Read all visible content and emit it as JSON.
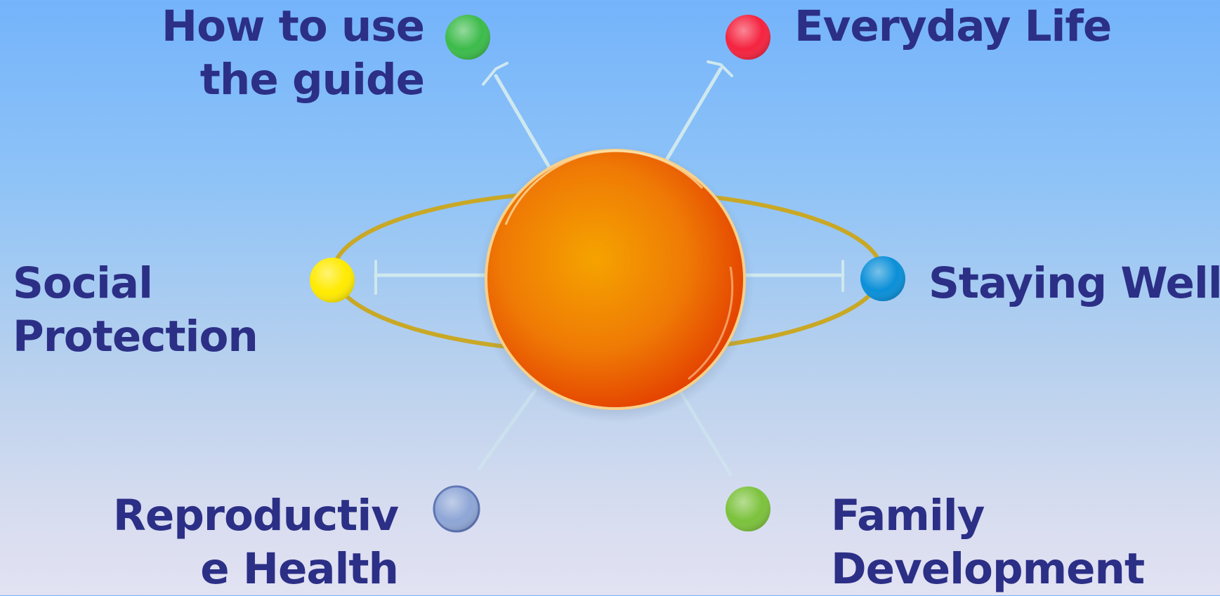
{
  "hub": {
    "center_icon": "sun-icon",
    "orbit_icon": "orbit-ring"
  },
  "topics": [
    {
      "id": "how-to-use",
      "lines": [
        "How to use",
        "the guide"
      ],
      "dot_color": "#3cbb4a"
    },
    {
      "id": "everyday-life",
      "lines": [
        "Everyday Life"
      ],
      "dot_color": "#f5233f"
    },
    {
      "id": "social-protection",
      "lines": [
        "Social",
        "Protection"
      ],
      "dot_color": "#ffea00"
    },
    {
      "id": "staying-well",
      "lines": [
        "Staying Well"
      ],
      "dot_color": "#0a8fd8"
    },
    {
      "id": "reproductive-health",
      "lines": [
        "Reproductiv",
        "e Health"
      ],
      "dot_color": "#8ea6d6"
    },
    {
      "id": "family-development",
      "lines": [
        "Family",
        "Development"
      ],
      "dot_color": "#7cc23c"
    }
  ],
  "colors": {
    "text": "#2c2f86",
    "orbit": "#c9a825",
    "sun_light": "#f7a800",
    "sun_dark": "#e03a00",
    "connector": "#cfe8ee"
  }
}
